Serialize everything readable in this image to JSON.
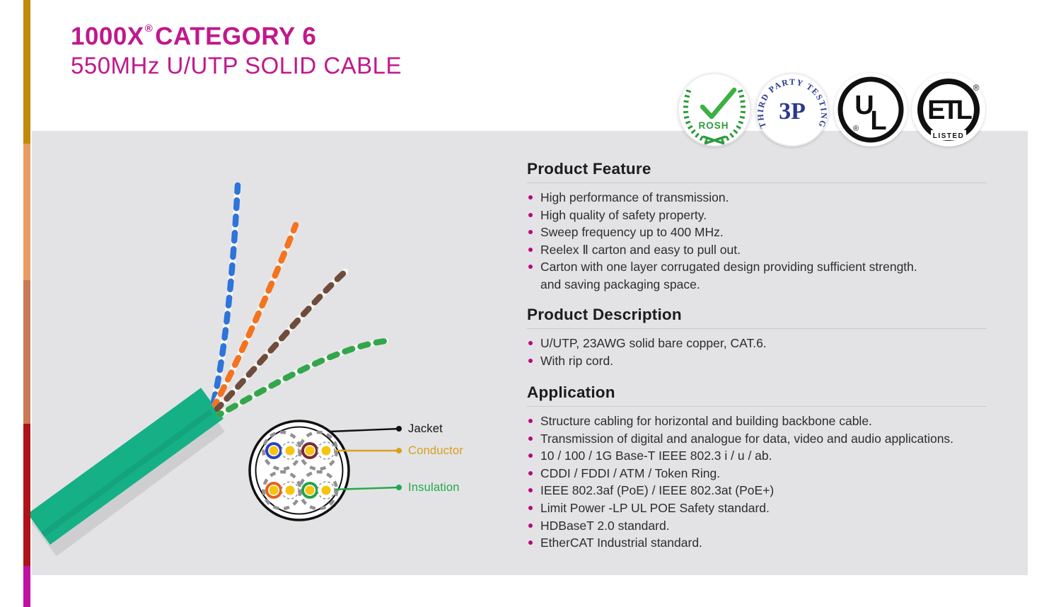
{
  "header": {
    "brand": "1000X",
    "registered": "®",
    "title_rest": "CATEGORY 6",
    "subtitle": "550MHz U/UTP SOLID CABLE",
    "title_color": "#C0188C"
  },
  "side_strip": {
    "segment_colors": [
      "#C18A0A",
      "#EA9B61",
      "#C97B55",
      "#B01219",
      "#C111A1"
    ]
  },
  "badges": {
    "rosh": {
      "label": "ROSH",
      "color": "#2E9B3E"
    },
    "third_party": {
      "ring_text": "THIRD PARTY TESTING",
      "center": "3P",
      "color": "#2B3990"
    },
    "ul": {
      "u": "U",
      "l": "L",
      "reg": "®",
      "color": "#101010"
    },
    "etl": {
      "letters": "ETL",
      "listed": "LISTED",
      "reg": "®",
      "color": "#101010"
    }
  },
  "diagram_labels": {
    "jacket": {
      "text": "Jacket",
      "color": "#151515"
    },
    "conductor": {
      "text": "Conductor",
      "color": "#D8A01D"
    },
    "insulation": {
      "text": "Insulation",
      "color": "#21A94C"
    }
  },
  "illustration": {
    "jacket_color": "#16B086",
    "pair_colors": [
      "#2E74D9",
      "#F4731F",
      "#6E4B3B",
      "#33A64C"
    ],
    "cross_section_ring_colors": [
      "#2742C8",
      "#7E2833",
      "#E8611B",
      "#27A34B"
    ],
    "copper_color": "#F6C40F",
    "panel_color": "#E3E3E5",
    "bullet_color": "#B60975"
  },
  "sections": [
    {
      "title": "Product Feature",
      "items": [
        "High performance of transmission.",
        "High quality of safety property.",
        "Sweep frequency up to 400 MHz.",
        "Reelex Ⅱ carton and easy to pull out.",
        "Carton with one layer corrugated design providing sufficient strength."
      ],
      "continuation": "and saving packaging space."
    },
    {
      "title": "Product Description",
      "items": [
        "U/UTP, 23AWG solid bare copper, CAT.6.",
        "With rip cord."
      ]
    },
    {
      "title": "Application",
      "items": [
        "Structure cabling for horizontal and building backbone cable.",
        "Transmission of digital and analogue for data, video and audio applications.",
        "10 / 100 / 1G Base-T IEEE 802.3 i / u / ab.",
        "CDDI / FDDI / ATM / Token Ring.",
        "IEEE 802.3af (PoE) / IEEE 802.3at (PoE+)",
        "Limit Power -LP UL POE Safety standard.",
        "HDBaseT 2.0 standard.",
        "EtherCAT Industrial standard."
      ]
    }
  ]
}
